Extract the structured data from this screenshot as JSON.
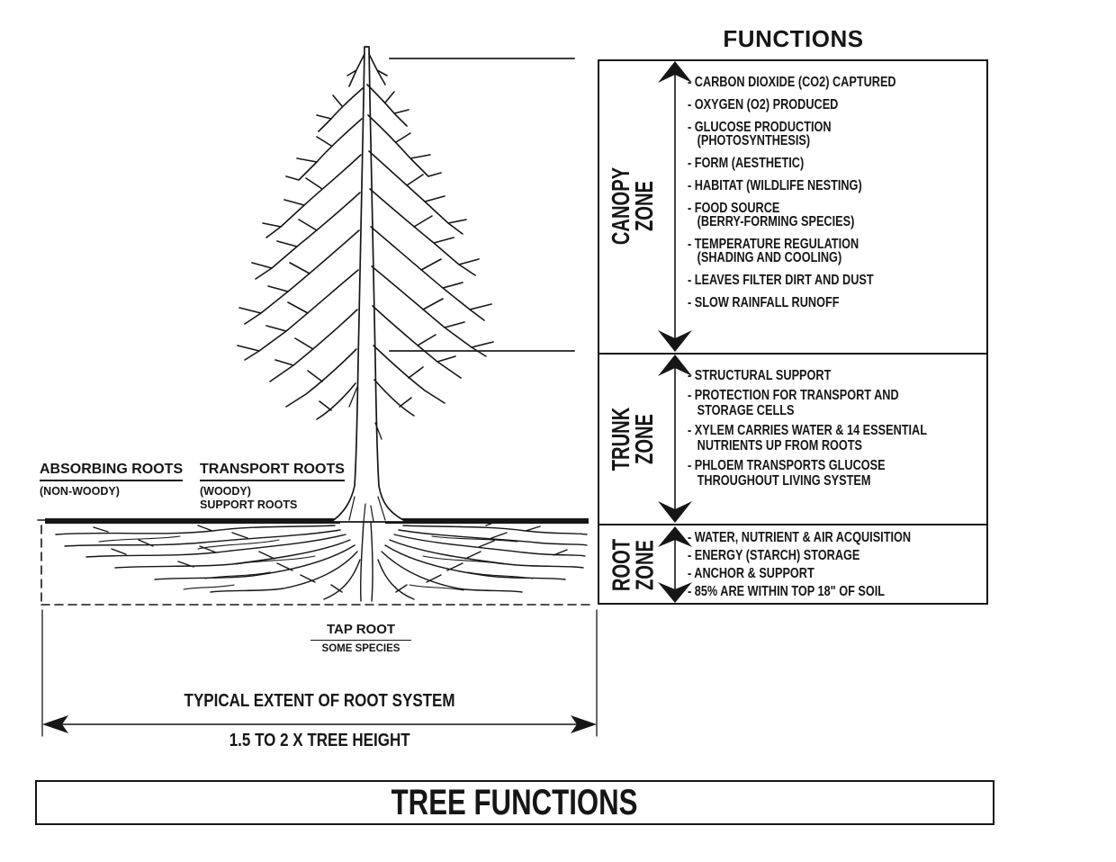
{
  "header": {
    "functions_label": "FUNCTIONS"
  },
  "zones": [
    {
      "label": [
        "CANOPY",
        "ZONE"
      ],
      "lines": [
        "- CARBON DIOXIDE (CO2) CAPTURED",
        "- OXYGEN (O2) PRODUCED",
        "- GLUCOSE PRODUCTION",
        "(PHOTOSYNTHESIS)",
        "- FORM (AESTHETIC)",
        "- HABITAT (WILDLIFE NESTING)",
        "- FOOD SOURCE",
        "(BERRY-FORMING SPECIES)",
        "- TEMPERATURE REGULATION",
        "(SHADING AND COOLING)",
        "- LEAVES FILTER DIRT AND DUST",
        "- SLOW RAINFALL RUNOFF"
      ]
    },
    {
      "label": [
        "TRUNK",
        "ZONE"
      ],
      "lines": [
        "- STRUCTURAL SUPPORT",
        "- PROTECTION FOR TRANSPORT AND",
        "STORAGE CELLS",
        "- XYLEM CARRIES WATER & 14 ESSENTIAL",
        "NUTRIENTS UP FROM ROOTS",
        "- PHLOEM TRANSPORTS GLUCOSE",
        "THROUGHOUT LIVING SYSTEM"
      ]
    },
    {
      "label": [
        "ROOT",
        "ZONE"
      ],
      "lines": [
        "- WATER, NUTRIENT & AIR ACQUISITION",
        "- ENERGY (STARCH) STORAGE",
        "- ANCHOR & SUPPORT",
        "- 85% ARE WITHIN TOP 18\" OF SOIL"
      ]
    }
  ],
  "tree_labels": {
    "absorbing_title": "ABSORBING ROOTS",
    "absorbing_sub": "(NON-WOODY)",
    "transport_title": "TRANSPORT ROOTS",
    "transport_sub1": "(WOODY)",
    "transport_sub2": "SUPPORT ROOTS",
    "taproot_title": "TAP ROOT",
    "taproot_sub": "SOME SPECIES"
  },
  "dimension": {
    "label_above": "TYPICAL EXTENT OF ROOT SYSTEM",
    "label_below": "1.5 TO 2 X TREE HEIGHT"
  },
  "title": "TREE FUNCTIONS",
  "colors": {
    "ink": "#161616",
    "background": "#ffffff"
  }
}
